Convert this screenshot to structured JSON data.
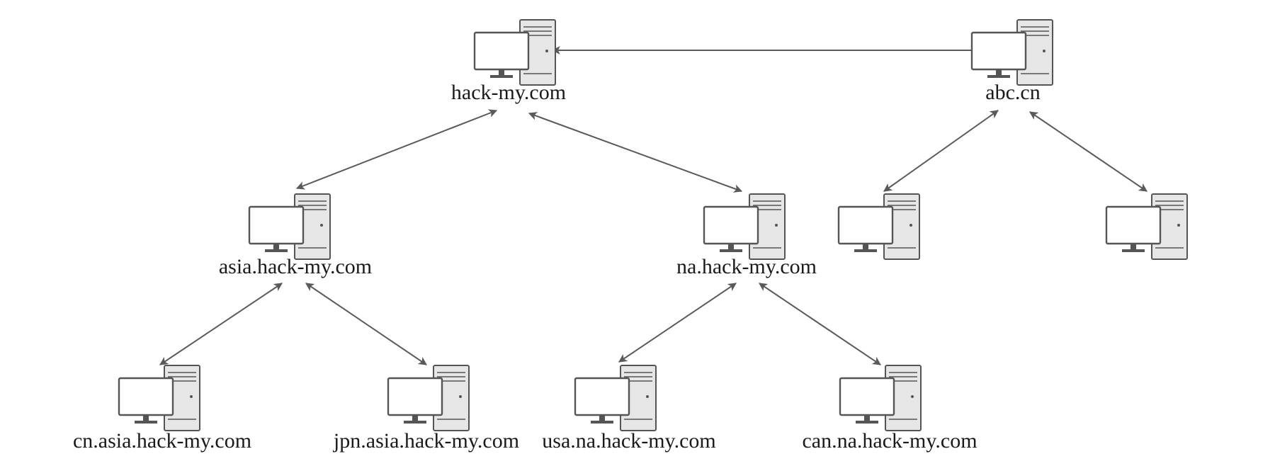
{
  "nodes": [
    {
      "id": "hack-my",
      "label": "hack-my.com"
    },
    {
      "id": "abc",
      "label": "abc.cn"
    },
    {
      "id": "asia",
      "label": "asia.hack-my.com"
    },
    {
      "id": "na",
      "label": "na.hack-my.com"
    },
    {
      "id": "abc-child-1",
      "label": ""
    },
    {
      "id": "abc-child-2",
      "label": ""
    },
    {
      "id": "cn-asia",
      "label": "cn.asia.hack-my.com"
    },
    {
      "id": "jpn-asia",
      "label": "jpn.asia.hack-my.com"
    },
    {
      "id": "usa-na",
      "label": "usa.na.hack-my.com"
    },
    {
      "id": "can-na",
      "label": "can.na.hack-my.com"
    }
  ],
  "edges": [
    {
      "from": "abc",
      "to": "hack-my",
      "direction": "one-way"
    },
    {
      "from": "hack-my",
      "to": "asia",
      "direction": "two-way"
    },
    {
      "from": "hack-my",
      "to": "na",
      "direction": "two-way"
    },
    {
      "from": "abc",
      "to": "abc-child-1",
      "direction": "two-way"
    },
    {
      "from": "abc",
      "to": "abc-child-2",
      "direction": "two-way"
    },
    {
      "from": "asia",
      "to": "cn-asia",
      "direction": "two-way"
    },
    {
      "from": "asia",
      "to": "jpn-asia",
      "direction": "two-way"
    },
    {
      "from": "na",
      "to": "usa-na",
      "direction": "two-way"
    },
    {
      "from": "na",
      "to": "can-na",
      "direction": "two-way"
    }
  ],
  "colors": {
    "line": "#5a5a5a",
    "arrow": "#5a5a5a",
    "device_fill": "#e6e6e6",
    "device_stroke": "#555555"
  },
  "icons": {
    "computer": "desktop-computer-icon"
  }
}
